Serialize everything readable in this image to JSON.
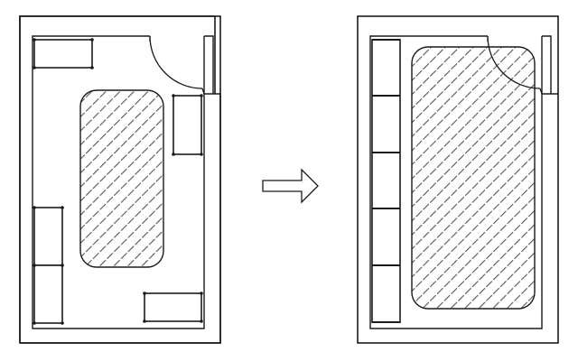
{
  "diagram": {
    "before": {
      "furniture": [
        "cabinet-top-left",
        "cabinet-right-wall",
        "cabinet-left-upper",
        "cabinet-left-lower",
        "cabinet-bottom-right"
      ],
      "has_door": true,
      "has_hatched_area": true
    },
    "transition": {
      "icon": "arrow-right-icon"
    },
    "after": {
      "cabinet_segments": 5,
      "has_door": true,
      "has_hatched_area": true
    },
    "colors": {
      "line": "#1a1a1a",
      "hatch": "#555555",
      "background": "#ffffff"
    }
  }
}
